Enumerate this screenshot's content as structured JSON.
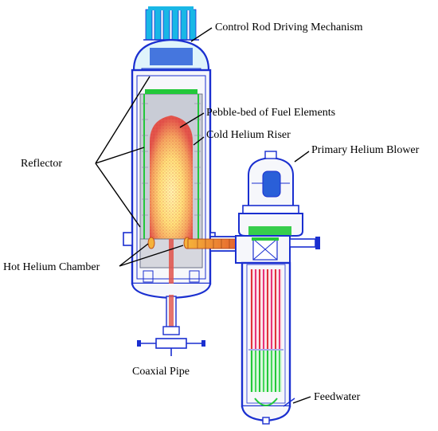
{
  "labels": {
    "control_rod": "Control Rod Driving Mechanism",
    "pebble_bed": "Pebble-bed of Fuel Elements",
    "cold_riser": "Cold Helium Riser",
    "blower": "Primary Helium Blower",
    "reflector": "Reflector",
    "hot_chamber": "Hot Helium Chamber",
    "coaxial_pipe": "Coaxial Pipe",
    "feedwater": "Feedwater"
  },
  "colors": {
    "vessel_blue": "#1a2fd0",
    "cyan": "#19b7e6",
    "green": "#22c83a",
    "pebble_red": "#e2524a",
    "core_yellow": "#ffe27a",
    "hot_orange": "#f08a1c",
    "pink": "#e8337a",
    "steam_red": "#e0323a",
    "grey": "#9a9aa2"
  }
}
